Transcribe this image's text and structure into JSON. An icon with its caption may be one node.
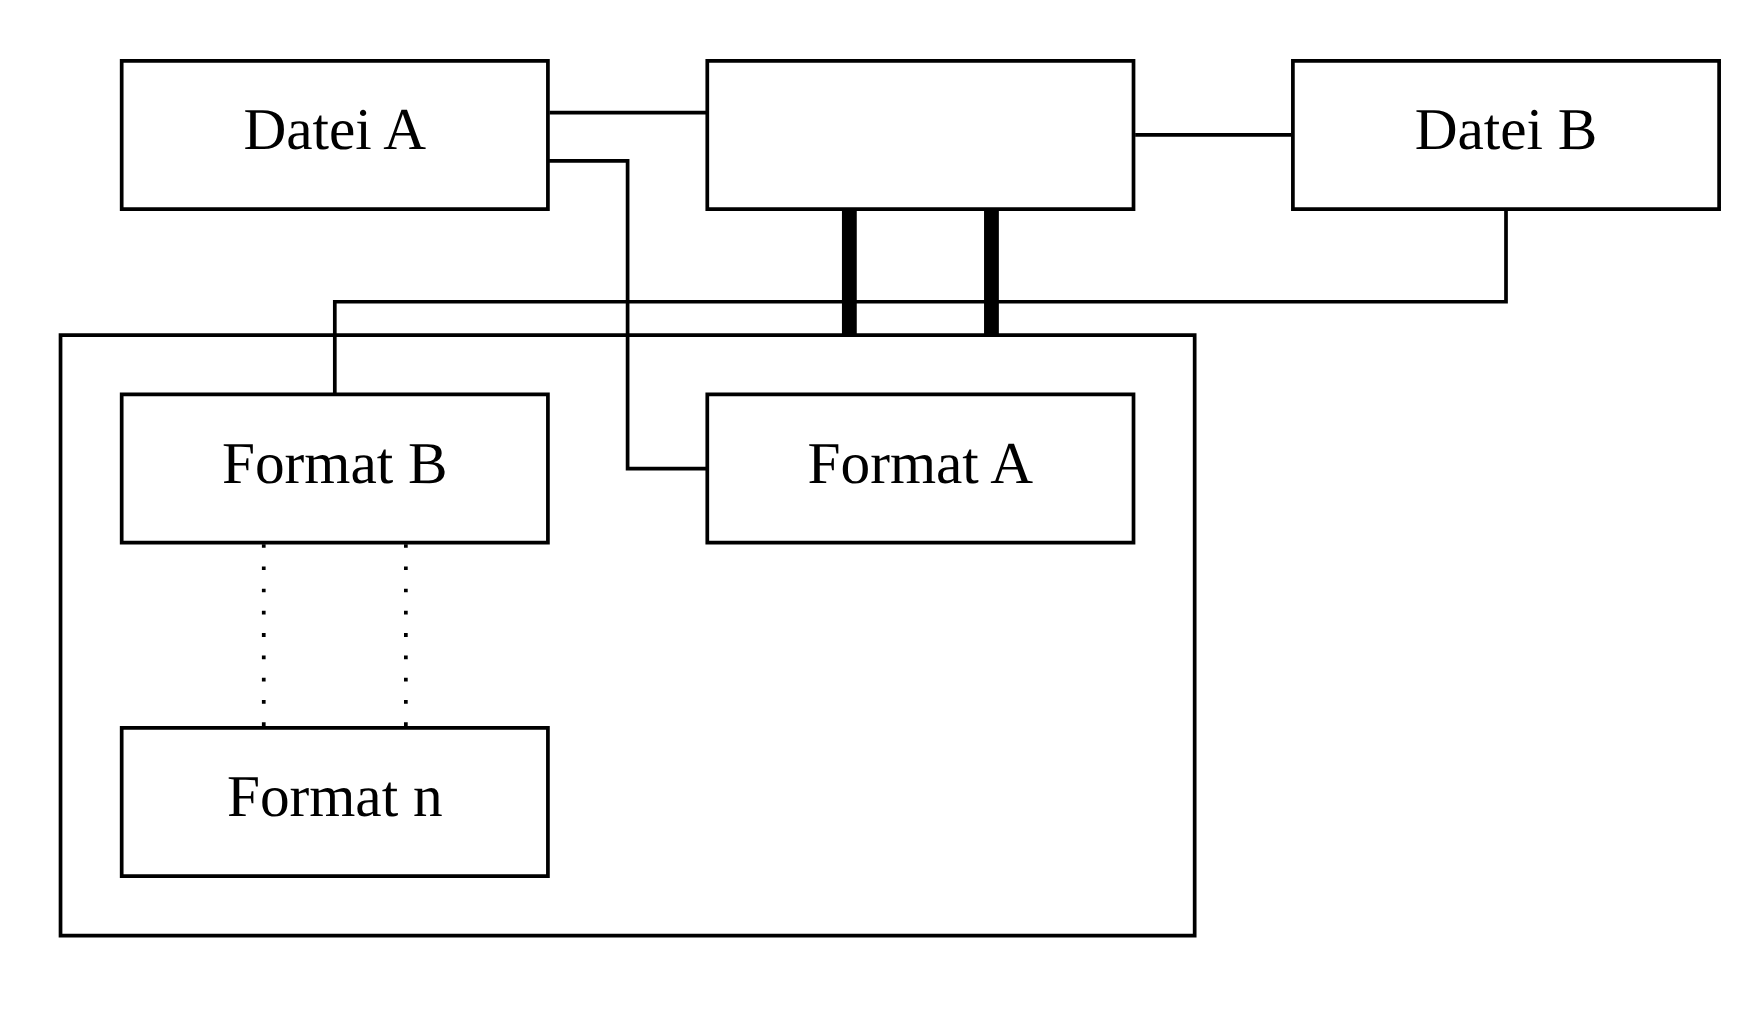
{
  "diagram": {
    "nodes": [
      {
        "text": [
          "Datei A"
        ]
      },
      {
        "text": [],
        "shape": "box"
      },
      {
        "text": [
          "Datei B"
        ]
      },
      {
        "text": [],
        "shape": "box"
      },
      {
        "text": [
          "Format A"
        ],
        "in": 3
      },
      {
        "text": [
          "Format B"
        ],
        "in": 3
      },
      {
        "text": [
          "Format n"
        ],
        "in": 3
      }
    ],
    "edges": [
      {
        "from": 0,
        "to": 1,
        "arrow": "none"
      },
      {
        "from": 1,
        "to": 2,
        "arrow": "none"
      },
      {
        "from": 0,
        "to": 4,
        "arrow": "none"
      },
      {
        "from": 5,
        "to": 2,
        "arrow": "none"
      },
      {
        "from": 1,
        "to": 3,
        "arrow": "none",
        "style": "thick"
      },
      {
        "from": 1,
        "to": 3,
        "arrow": "none",
        "style": "thick"
      },
      {
        "from": 5,
        "to": 6,
        "arrow": "none",
        "style": "dashed"
      },
      {
        "from": 5,
        "to": 6,
        "arrow": "none",
        "style": "dashed"
      }
    ]
  }
}
